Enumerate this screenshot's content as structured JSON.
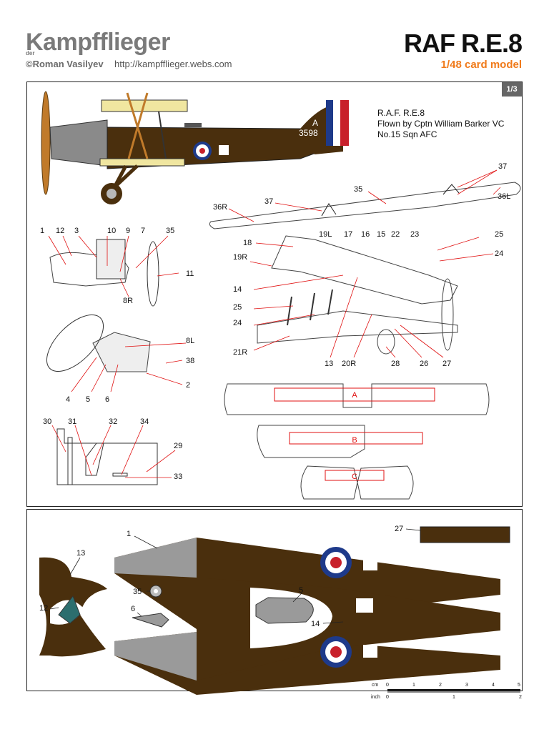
{
  "header": {
    "brand": "Kampfflieger",
    "brand_prefix": "der",
    "copyright": "©Roman Vasilyev",
    "url": "http://kampfflieger.webs.com",
    "title": "RAF R.E.8",
    "subtitle": "1/48 card model"
  },
  "page_badge": "1/3",
  "aircraft_caption": {
    "line1": "R.A.F. R.E.8",
    "line2": "Flown by Cptn William Barker VC",
    "line3": "No.15 Sqn AFC"
  },
  "aircraft_markings": {
    "letter": "A",
    "serial": "3598"
  },
  "part_labels": {
    "wing": [
      "37",
      "35",
      "37",
      "36R",
      "36L"
    ],
    "engine_top": [
      "1",
      "12",
      "3",
      "10",
      "9",
      "7",
      "35",
      "11",
      "8R"
    ],
    "engine_bottom": [
      "8L",
      "38",
      "2",
      "4",
      "5",
      "6"
    ],
    "seat": [
      "30",
      "31",
      "32",
      "34",
      "29",
      "33"
    ],
    "assembly": [
      "18",
      "19L",
      "17",
      "16",
      "15",
      "22",
      "23",
      "25",
      "24",
      "19R",
      "14",
      "25",
      "24",
      "21R",
      "13",
      "20R",
      "28",
      "26",
      "27"
    ],
    "wing_templates": [
      "A",
      "B",
      "C"
    ],
    "sheet": [
      "1",
      "13",
      "12",
      "35",
      "6",
      "5",
      "14",
      "27"
    ]
  },
  "scale": {
    "cm_label": "cm",
    "inch_label": "inch",
    "cm_ticks": [
      "0",
      "1",
      "2",
      "3",
      "4",
      "5"
    ],
    "inch_ticks": [
      "0",
      "1",
      "2"
    ]
  },
  "colors": {
    "brown": "#4a2f0d",
    "grey": "#9a9a9a",
    "red_line": "#e01010",
    "roundel_red": "#c8202a",
    "roundel_blue": "#1e3a8a",
    "orange": "#f07a1a"
  }
}
